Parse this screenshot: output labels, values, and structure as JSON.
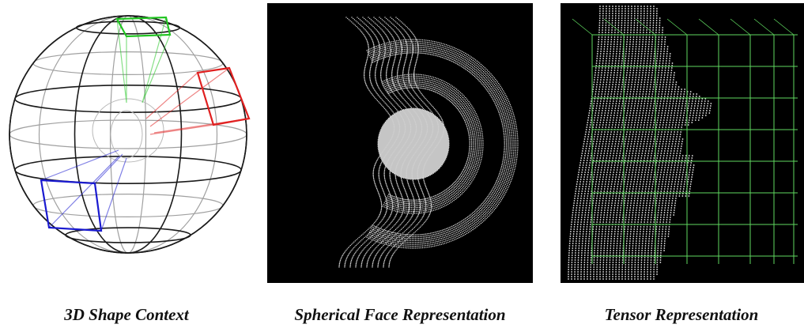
{
  "panels": [
    {
      "caption": "3D Shape Context",
      "illustration": "sphere-shape-context"
    },
    {
      "caption": "Spherical Face Representation",
      "illustration": "spherical-face-rings"
    },
    {
      "caption": "Tensor Representation",
      "illustration": "face-tensor-grid"
    }
  ],
  "colors": {
    "background": "#ffffff",
    "panel_dark": "#000000",
    "wire_grey": "#9a9a9a",
    "wire_dark": "#1a1a1a",
    "bin_green": "#22c522",
    "bin_red": "#e02020",
    "bin_blue": "#1a1ad0",
    "grid_green": "#5fd85f",
    "dots": "#ffffff"
  }
}
